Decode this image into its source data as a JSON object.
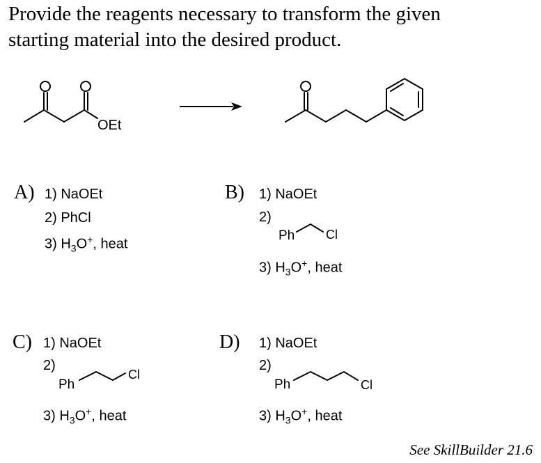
{
  "question": {
    "prompt_line1": "Provide the reagents necessary to transform the given",
    "prompt_line2": "starting material into the desired product."
  },
  "scheme": {
    "starting_material_label": "OEt"
  },
  "options": {
    "A": {
      "letter": "A)",
      "step1": "1) NaOEt",
      "step2": "2) PhCl",
      "step3_prefix": "3) H",
      "step3_sub": "3",
      "step3_mid": "O",
      "step3_sup": "+",
      "step3_suffix": ", heat"
    },
    "B": {
      "letter": "B)",
      "step1": "1) NaOEt",
      "step2": "2)",
      "frag_ph": "Ph",
      "frag_cl": "Cl",
      "step3_prefix": "3) H",
      "step3_sub": "3",
      "step3_mid": "O",
      "step3_sup": "+",
      "step3_suffix": ", heat"
    },
    "C": {
      "letter": "C)",
      "step1": "1) NaOEt",
      "step2": "2)",
      "frag_ph": "Ph",
      "frag_cl": "Cl",
      "step3_prefix": "3) H",
      "step3_sub": "3",
      "step3_mid": "O",
      "step3_sup": "+",
      "step3_suffix": ", heat"
    },
    "D": {
      "letter": "D)",
      "step1": "1) NaOEt",
      "step2": "2)",
      "frag_ph": "Ph",
      "frag_cl": "Cl",
      "step3_prefix": "3) H",
      "step3_sub": "3",
      "step3_mid": "O",
      "step3_sup": "+",
      "step3_suffix": ", heat"
    }
  },
  "footer": {
    "text": "See SkillBuilder 21.6"
  }
}
